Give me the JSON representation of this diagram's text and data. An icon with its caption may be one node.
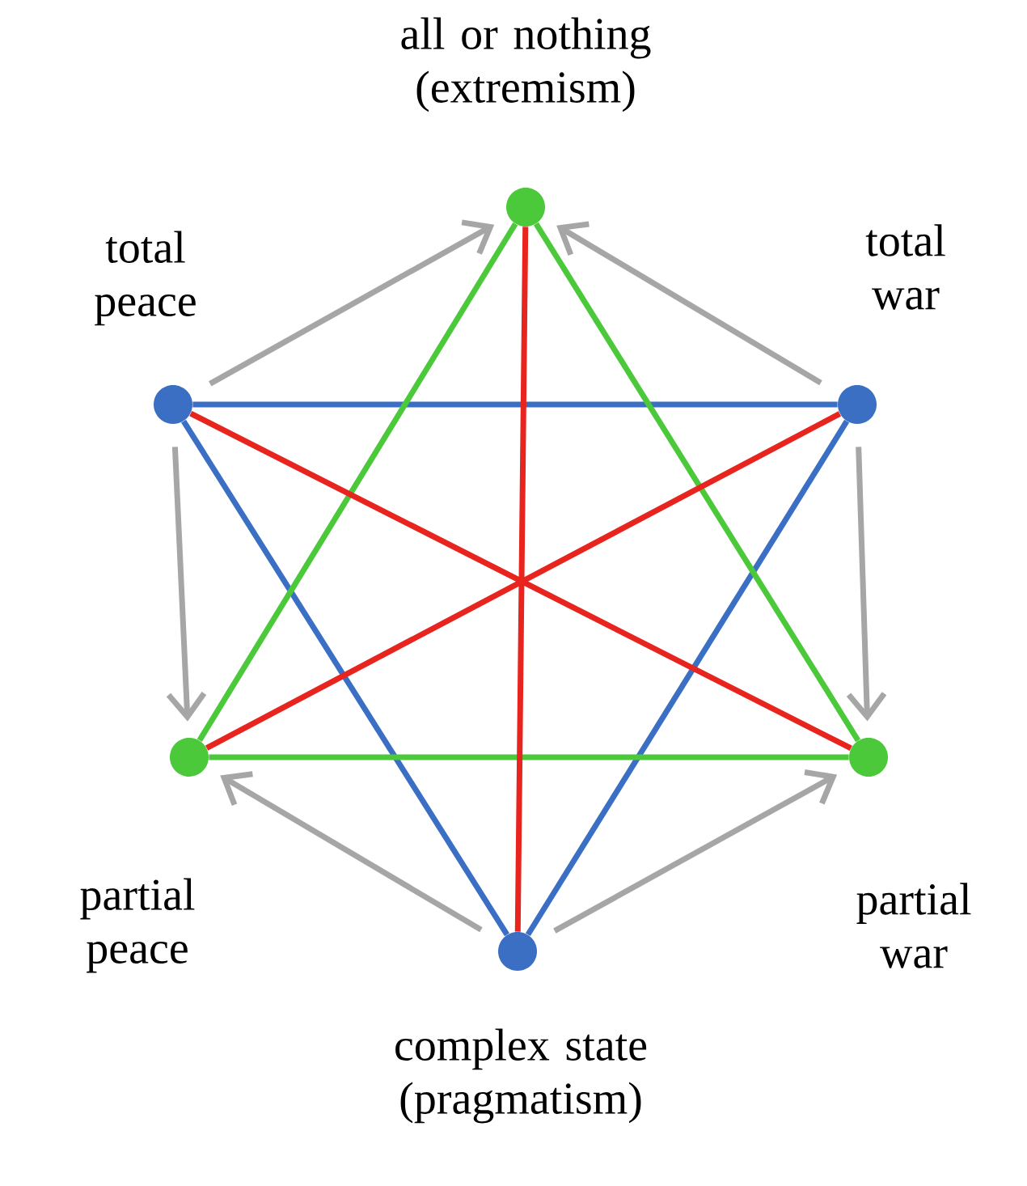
{
  "diagram": {
    "nodes": [
      {
        "text": [],
        "shape": "circle",
        "beside": [
          "all or nothing (extremism)"
        ]
      },
      {
        "text": [],
        "shape": "circle",
        "beside": [
          "total peace"
        ]
      },
      {
        "text": [],
        "shape": "circle",
        "beside": [
          "total war"
        ]
      },
      {
        "text": [],
        "shape": "circle",
        "beside": [
          "partial peace"
        ]
      },
      {
        "text": [],
        "shape": "circle",
        "beside": [
          "partial war"
        ]
      },
      {
        "text": [],
        "shape": "circle",
        "beside": [
          "complex state (pragmatism)"
        ]
      }
    ],
    "edges": [
      {
        "from": 1,
        "to": 2,
        "arrow": "none",
        "color": "#3a6fc4"
      },
      {
        "from": 2,
        "to": 5,
        "arrow": "none",
        "color": "#3a6fc4"
      },
      {
        "from": 5,
        "to": 1,
        "arrow": "none",
        "color": "#3a6fc4"
      },
      {
        "from": 0,
        "to": 3,
        "arrow": "none",
        "color": "#4cc93a"
      },
      {
        "from": 0,
        "to": 4,
        "arrow": "none",
        "color": "#4cc93a"
      },
      {
        "from": 3,
        "to": 4,
        "arrow": "none",
        "color": "#4cc93a"
      },
      {
        "from": 0,
        "to": 5,
        "arrow": "none",
        "color": "#e8241e"
      },
      {
        "from": 1,
        "to": 4,
        "arrow": "none",
        "color": "#e8241e"
      },
      {
        "from": 2,
        "to": 3,
        "arrow": "none",
        "color": "#e8241e"
      },
      {
        "from": 1,
        "to": 0,
        "arrow": "to"
      },
      {
        "from": 2,
        "to": 0,
        "arrow": "to"
      },
      {
        "from": 1,
        "to": 3,
        "arrow": "to"
      },
      {
        "from": 2,
        "to": 4,
        "arrow": "to"
      },
      {
        "from": 5,
        "to": 3,
        "arrow": "to"
      },
      {
        "from": 5,
        "to": 4,
        "arrow": "to"
      }
    ]
  }
}
